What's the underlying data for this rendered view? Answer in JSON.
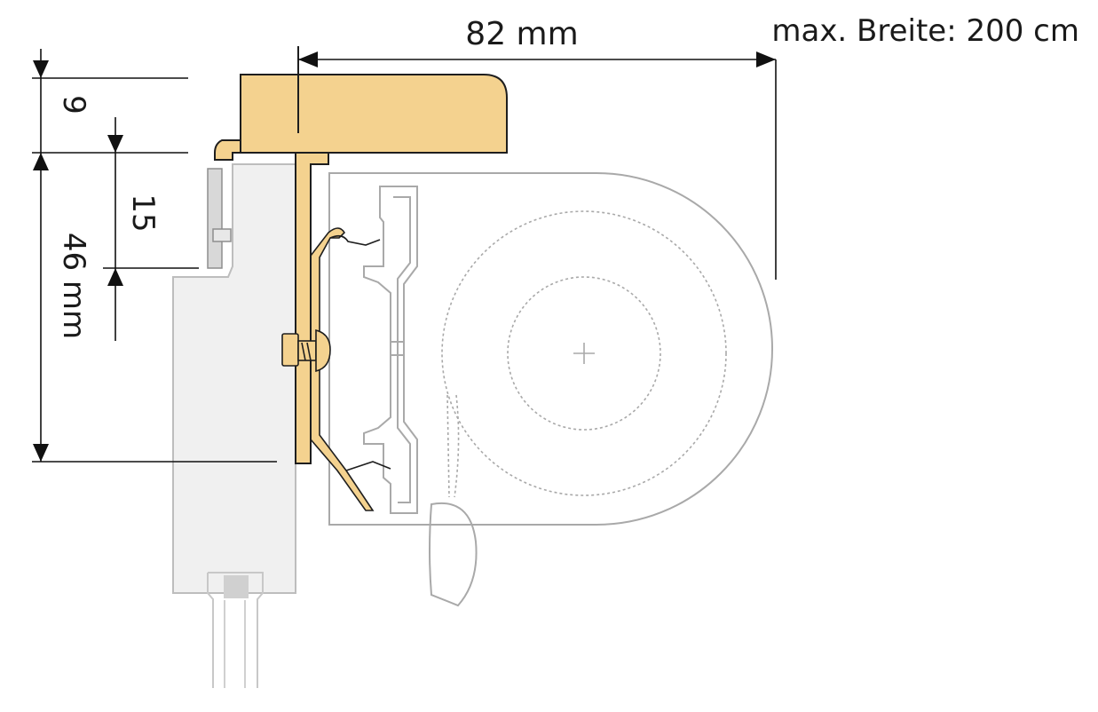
{
  "dimensions": {
    "width_label": "82 mm",
    "max_width_label": "max. Breite: 200 cm",
    "top_offset_label": "9",
    "inner_height_label": "15",
    "total_height_label": "46 mm"
  },
  "colors": {
    "bracket": "#f4d28f",
    "bracket_stroke": "#1e1e1e",
    "frame_fill": "#f0f0f0",
    "outline": "#a9a9a9",
    "dimension": "#111111",
    "plate": "#d8d8d8"
  }
}
